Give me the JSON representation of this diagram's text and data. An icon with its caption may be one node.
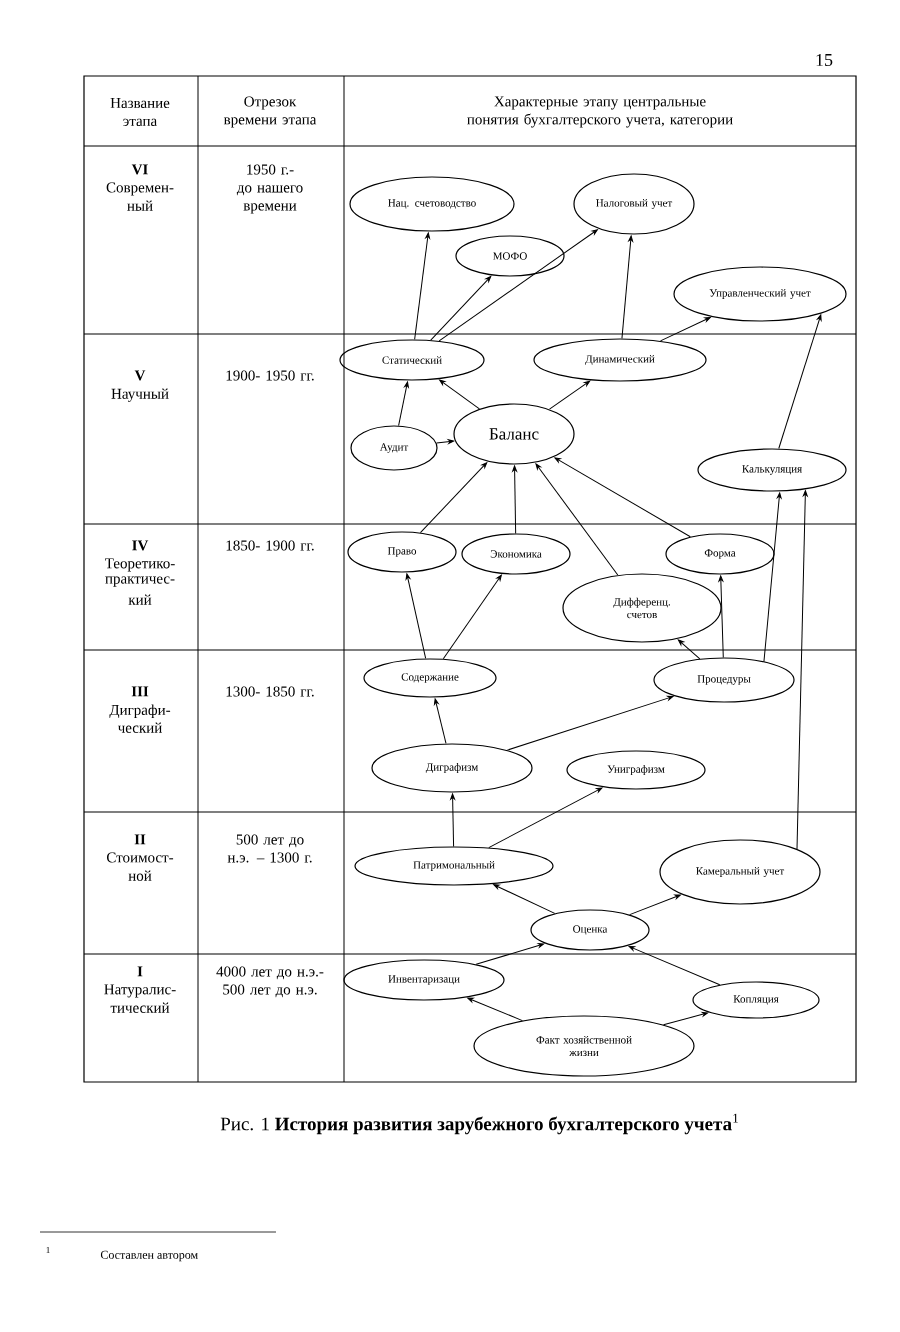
{
  "diagram": {
    "caption": "Рис. 1 **История развития зарубежного бухгалтерского учета**$^{1}$",
    "nodes": [
      {
        "text": [
          "Нац. счетоводство"
        ]
      },
      {
        "text": [
          "Налоговый учет"
        ]
      },
      {
        "text": [
          "МОФО"
        ]
      },
      {
        "text": [
          "Управленческий учет"
        ]
      },
      {
        "text": [
          "Статический"
        ]
      },
      {
        "text": [
          "Динамический"
        ]
      },
      {
        "text": [
          "Аудит"
        ]
      },
      {
        "text": [
          "Баланс"
        ]
      },
      {
        "text": [
          "Калькуляция"
        ]
      },
      {
        "text": [
          "Право"
        ]
      },
      {
        "text": [
          "Экономика"
        ]
      },
      {
        "text": [
          "Форма"
        ]
      },
      {
        "text": [
          "Дифференц. счетов"
        ]
      },
      {
        "text": [
          "Содержание"
        ]
      },
      {
        "text": [
          "Процедуры"
        ]
      },
      {
        "text": [
          "Диграфизм"
        ]
      },
      {
        "text": [
          "Униграфизм"
        ]
      },
      {
        "text": [
          "Патримональный"
        ]
      },
      {
        "text": [
          "Камеральный учет"
        ]
      },
      {
        "text": [
          "Оценка"
        ]
      },
      {
        "text": [
          "Инвентаризаци"
        ]
      },
      {
        "text": [
          "Копляция"
        ]
      },
      {
        "text": [
          "Факт хозяйственной жизни"
        ]
      }
    ],
    "edges": [
      {
        "from": 4,
        "to": 0,
        "arrow": "to"
      },
      {
        "from": 4,
        "to": 2,
        "arrow": "to"
      },
      {
        "from": 4,
        "to": 1,
        "arrow": "to"
      },
      {
        "from": 5,
        "to": 1,
        "arrow": "to"
      },
      {
        "from": 5,
        "to": 3,
        "arrow": "to"
      },
      {
        "from": 8,
        "to": 3,
        "arrow": "to"
      },
      {
        "from": 6,
        "to": 4,
        "arrow": "to"
      },
      {
        "from": 6,
        "to": 7,
        "arrow": "to"
      },
      {
        "from": 7,
        "to": 4,
        "arrow": "to"
      },
      {
        "from": 7,
        "to": 5,
        "arrow": "to"
      },
      {
        "from": 9,
        "to": 7,
        "arrow": "to"
      },
      {
        "from": 10,
        "to": 7,
        "arrow": "to"
      },
      {
        "from": 12,
        "to": 7,
        "arrow": "to"
      },
      {
        "from": 11,
        "to": 7,
        "arrow": "to"
      },
      {
        "from": 13,
        "to": 9,
        "arrow": "to"
      },
      {
        "from": 13,
        "to": 10,
        "arrow": "to"
      },
      {
        "from": 14,
        "to": 11,
        "arrow": "to"
      },
      {
        "from": 14,
        "to": 12,
        "arrow": "to"
      },
      {
        "from": 14,
        "to": 8,
        "arrow": "to"
      },
      {
        "from": 18,
        "to": 8,
        "arrow": "to"
      },
      {
        "from": 15,
        "to": 13,
        "arrow": "to"
      },
      {
        "from": 15,
        "to": 14,
        "arrow": "to"
      },
      {
        "from": 17,
        "to": 15,
        "arrow": "to"
      },
      {
        "from": 17,
        "to": 16,
        "arrow": "to"
      },
      {
        "from": 19,
        "to": 17,
        "arrow": "to"
      },
      {
        "from": 19,
        "to": 18,
        "arrow": "to"
      },
      {
        "from": 20,
        "to": 19,
        "arrow": "to"
      },
      {
        "from": 21,
        "to": 19,
        "arrow": "to"
      },
      {
        "from": 22,
        "to": 20,
        "arrow": "to"
      },
      {
        "from": 22,
        "to": 21,
        "arrow": "to"
      }
    ],
    "labels": [
      "15",
      "Название этапа",
      "Отрезок времени этапа",
      "Характерные этапу центральные понятия бухгалтерского учета, категории",
      "VI",
      "Современ-",
      "ный",
      "1950 г.- до нашего времени",
      "V",
      "Научный",
      "1900- 1950 гг.",
      "IV",
      "Теоретико-",
      "практичес-",
      "кий",
      "1850- 1900 гг.",
      "III",
      "Диграфи-",
      "ческий",
      "1300- 1850 гг.",
      "II",
      "Стоимост-",
      "ной",
      "500 лет до н.э. – 1300 г.",
      "I",
      "Натуралис-",
      "тический",
      "4000 лет до н.э.- 500 лет до н.э.",
      "1",
      "Составлен автором"
    ]
  }
}
